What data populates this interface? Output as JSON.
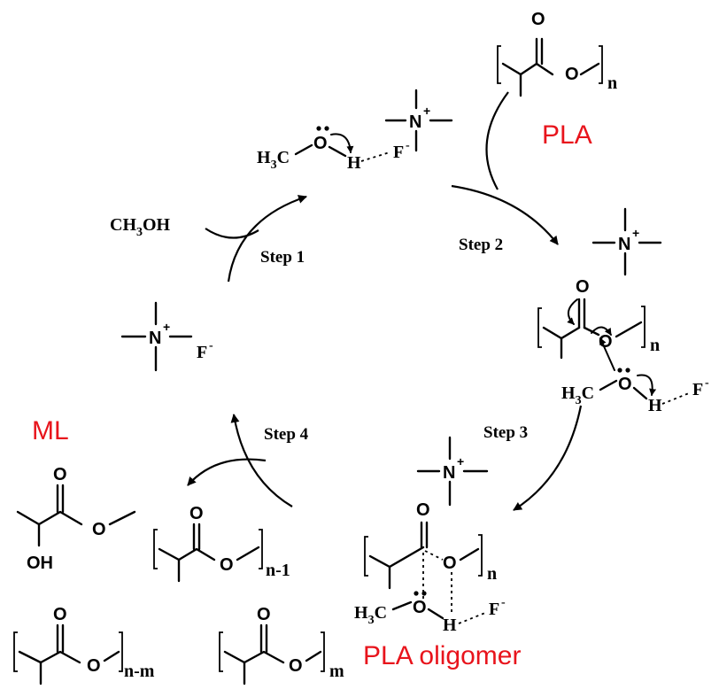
{
  "labels": {
    "pla": "PLA",
    "pla_oligomer": "PLA oligomer",
    "ml": "ML",
    "methanol": "CH",
    "methanol_sub": "3",
    "methanol_tail": "OH"
  },
  "steps": {
    "step1": "Step 1",
    "step2": "Step 2",
    "step3": "Step 3",
    "step4": "Step 4"
  },
  "atoms": {
    "oxygen": "O",
    "nitrogen": "N",
    "hydrogen": "H",
    "fluorine": "F",
    "plus": "+",
    "minus": "-",
    "h3c": "H",
    "h3c_sub": "3",
    "h3c_tail": "C",
    "oh": "OH"
  },
  "subscripts": {
    "n": "n",
    "n_minus_1": "n-1",
    "n_minus_m": "n-m",
    "m": "m"
  },
  "colors": {
    "label_red": "#e8141c",
    "ink": "#000000"
  }
}
